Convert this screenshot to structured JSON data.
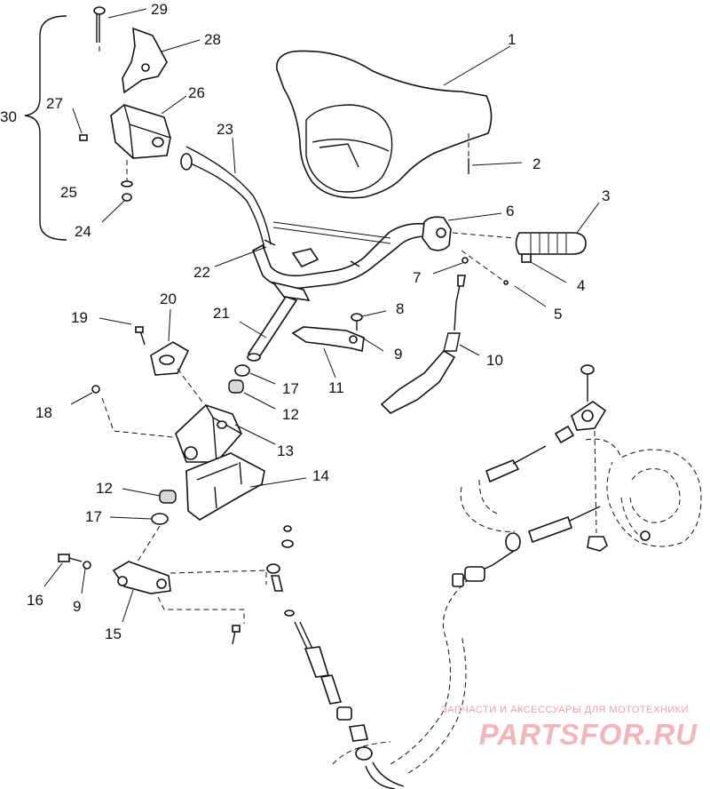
{
  "diagram": {
    "callouts": [
      "1",
      "2",
      "3",
      "4",
      "5",
      "6",
      "7",
      "8",
      "9",
      "10",
      "11",
      "12",
      "13",
      "14",
      "15",
      "16",
      "17",
      "18",
      "19",
      "20",
      "21",
      "22",
      "23",
      "24",
      "25",
      "26",
      "27",
      "28",
      "29",
      "30",
      "12",
      "17",
      "9"
    ]
  },
  "watermark": {
    "caption": "ЗАПЧАСТИ И АКСЕССУАРЫ ДЛЯ МОТОТЕХНИКИ",
    "logo": "PARTSFOR.RU"
  }
}
